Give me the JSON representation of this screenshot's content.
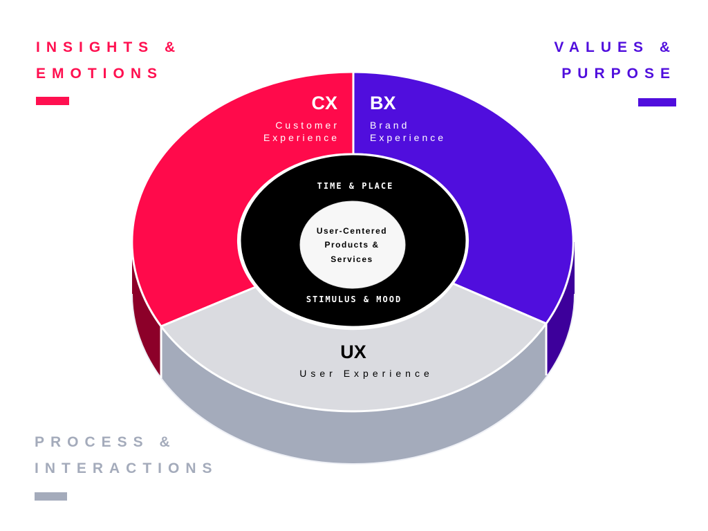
{
  "colors": {
    "cx": "#ff0a4b",
    "bx": "#500edd",
    "ux": "#dadbe0",
    "ux_side": "#a4abbb",
    "cx_side": "#8c0029",
    "bx_side": "#3d009b",
    "core": "#000000",
    "center": "#f7f7f7"
  },
  "corners": {
    "insights": {
      "line1": "INSIGHTS &",
      "line2": "EMOTIONS"
    },
    "values": {
      "line1": "VALUES &",
      "line2": "PURPOSE"
    },
    "process": {
      "line1": "PROCESS &",
      "line2": "INTERACTIONS"
    }
  },
  "segments": {
    "cx": {
      "title": "CX",
      "line1": "Customer",
      "line2": "Experience"
    },
    "bx": {
      "title": "BX",
      "line1": "Brand",
      "line2": "Experience"
    },
    "ux": {
      "title": "UX",
      "subtitle": "User Experience"
    }
  },
  "core": {
    "top": "TIME & PLACE",
    "bottom": "STIMULUS & MOOD"
  },
  "center": {
    "line1": "User-Centered",
    "line2": "Products &",
    "line3": "Services"
  }
}
